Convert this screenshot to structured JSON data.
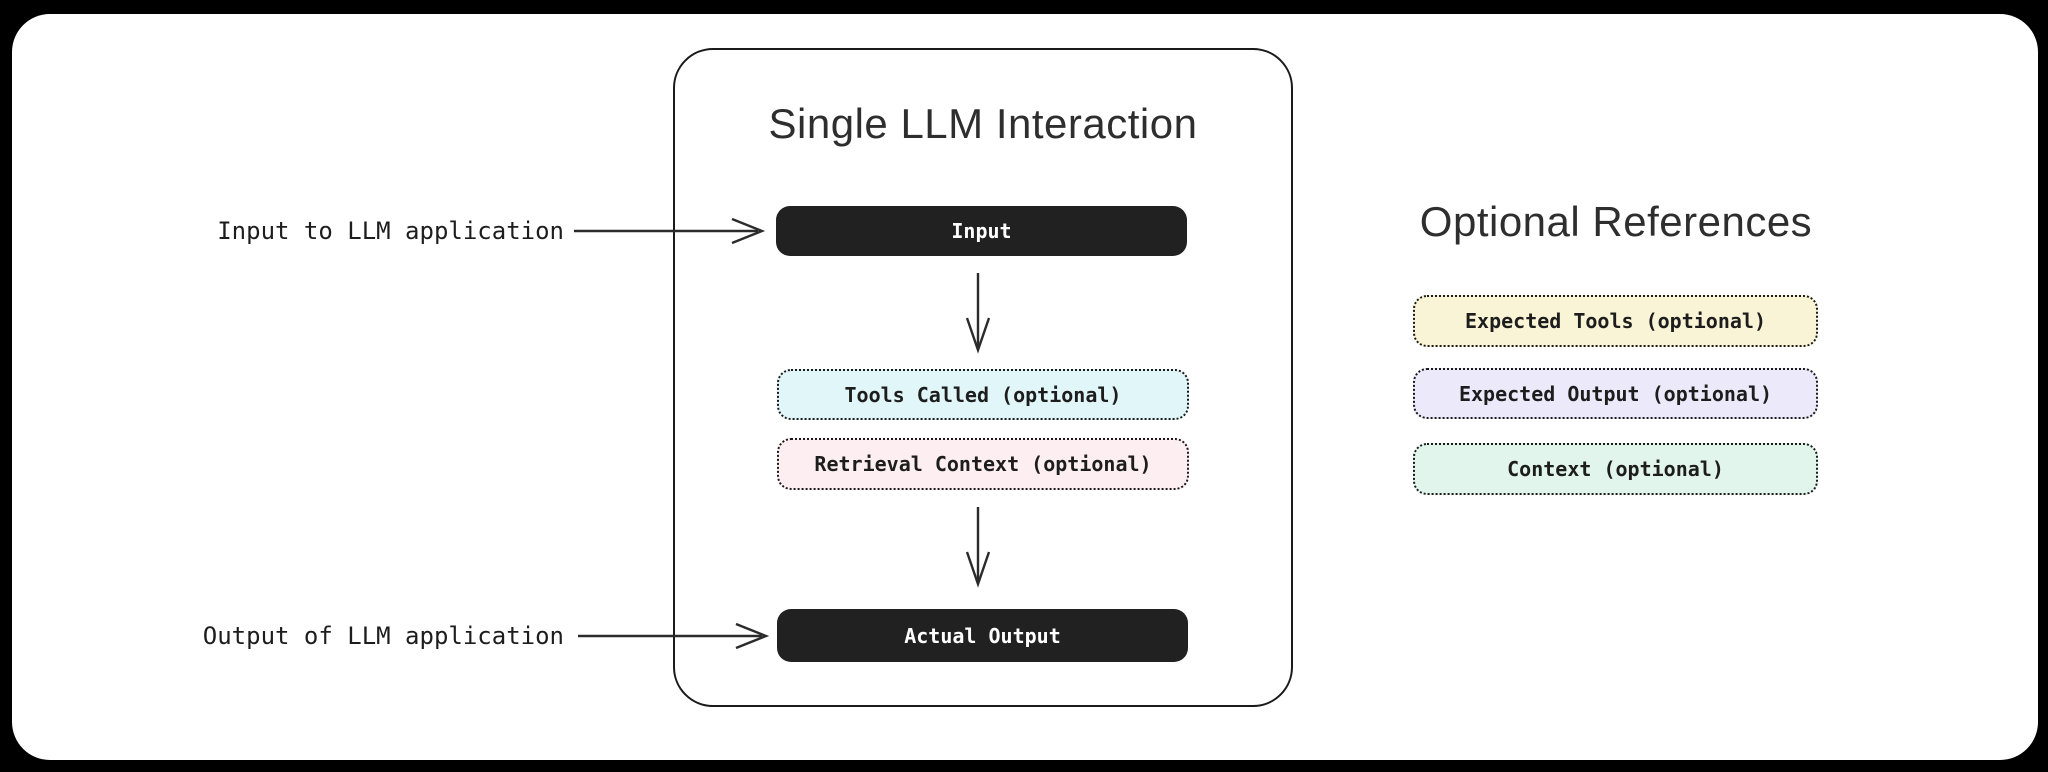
{
  "page": {
    "background": "#000000",
    "card_background": "#ffffff"
  },
  "main_flow": {
    "title": "Single LLM Interaction",
    "nodes": [
      {
        "id": "input",
        "label": "Input",
        "style": "solid",
        "bg": "#212121",
        "text_color": "#ffffff"
      },
      {
        "id": "tools-called",
        "label": "Tools Called (optional)",
        "style": "dotted",
        "bg": "#e1f6f9",
        "text_color": "#1d1d1d"
      },
      {
        "id": "retrieval-context",
        "label": "Retrieval Context (optional)",
        "style": "dotted",
        "bg": "#fdeef2",
        "text_color": "#1d1d1d"
      },
      {
        "id": "actual-output",
        "label": "Actual Output",
        "style": "solid",
        "bg": "#212121",
        "text_color": "#ffffff"
      }
    ]
  },
  "annotations": {
    "input_label": "Input to LLM application",
    "output_label": "Output of LLM application"
  },
  "references": {
    "title": "Optional References",
    "items": [
      {
        "id": "expected-tools",
        "label": "Expected Tools (optional)",
        "bg": "#faf4d6"
      },
      {
        "id": "expected-output",
        "label": "Expected Output (optional)",
        "bg": "#eceafa"
      },
      {
        "id": "context",
        "label": "Context (optional)",
        "bg": "#e2f5ec"
      }
    ]
  },
  "colors": {
    "container_border": "#1a1a1a",
    "dotted_border": "#1a1a1a",
    "arrow": "#2b2b2b",
    "heading_text": "#2e2e2e",
    "label_text": "#1d1d1d"
  }
}
